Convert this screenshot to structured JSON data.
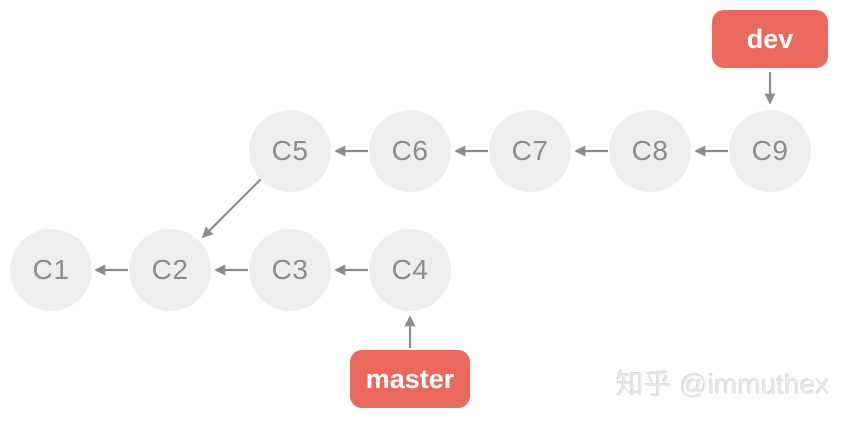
{
  "graph": {
    "commits": [
      {
        "label": "C1"
      },
      {
        "label": "C2"
      },
      {
        "label": "C3"
      },
      {
        "label": "C4"
      },
      {
        "label": "C5"
      },
      {
        "label": "C6"
      },
      {
        "label": "C7"
      },
      {
        "label": "C8"
      },
      {
        "label": "C9"
      }
    ],
    "branches": [
      {
        "label": "dev",
        "points_to": "C9"
      },
      {
        "label": "master",
        "points_to": "C4"
      }
    ],
    "edges": [
      {
        "from": "C2",
        "to": "C1"
      },
      {
        "from": "C3",
        "to": "C2"
      },
      {
        "from": "C4",
        "to": "C3"
      },
      {
        "from": "C5",
        "to": "C2"
      },
      {
        "from": "C6",
        "to": "C5"
      },
      {
        "from": "C7",
        "to": "C6"
      },
      {
        "from": "C8",
        "to": "C7"
      },
      {
        "from": "C9",
        "to": "C8"
      },
      {
        "from": "dev",
        "to": "C9"
      },
      {
        "from": "master",
        "to": "C4"
      }
    ],
    "colors": {
      "branch_label_bg": "#e9695d",
      "branch_label_text": "#ffffff",
      "node_bg": "#eeeeee",
      "node_text": "#8c8c8c",
      "arrow": "#8c8c8c"
    }
  },
  "watermark": {
    "text": "知乎 @immuthex"
  }
}
